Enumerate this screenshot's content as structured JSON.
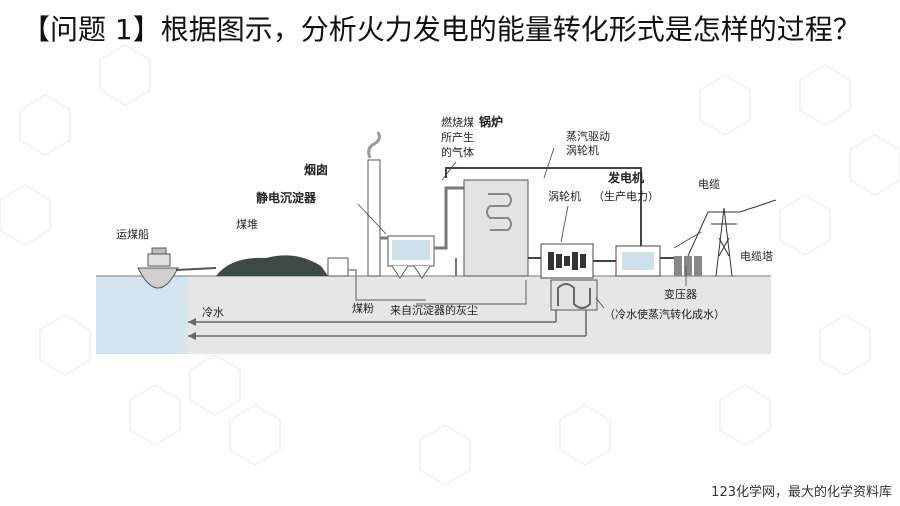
{
  "question": {
    "text": "【问题 1】根据图示，分析火力发电的能量转化形式是怎样的过程？"
  },
  "diagram": {
    "labels": {
      "gas": [
        "燃烧煤",
        "所产生",
        "的气体"
      ],
      "boiler": "锅炉",
      "steam_turbine": [
        "蒸汽驱动",
        "涡轮机"
      ],
      "chimney": "烟囱",
      "precipitator": "静电沉淀器",
      "coal_pile": "煤堆",
      "coal_ship": "运煤船",
      "turbine": "涡轮机",
      "generator": "发电机",
      "generator_sub": "（生产电力）",
      "cable": "电缆",
      "cable_tower": "电缆塔",
      "transformer": "变压器",
      "coal_powder": "煤粉",
      "ash": "来自沉淀器的灰尘",
      "cold_water": "冷水",
      "condense": "（冷水使蒸汽转化成水）"
    }
  },
  "footer": {
    "text": "123化学网，最大的化学资料库"
  },
  "colors": {
    "water": "#d6e4ef",
    "ground": "#e6e6e6",
    "accent": "#3a3a3a"
  }
}
